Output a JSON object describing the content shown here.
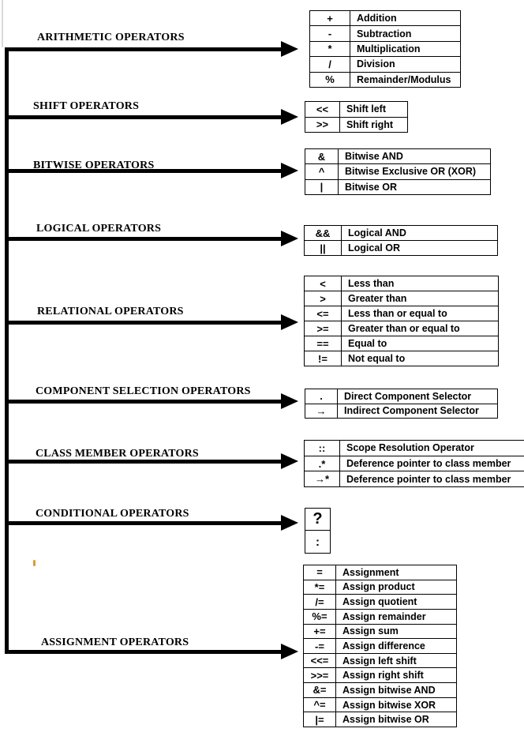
{
  "stray_mark_color": "#dd9a33",
  "groups": [
    {
      "label": "ARITHMETIC OPERATORS",
      "rows": [
        [
          "+",
          "Addition"
        ],
        [
          "-",
          "Subtraction"
        ],
        [
          "*",
          "Multiplication"
        ],
        [
          "/",
          "Division"
        ],
        [
          "%",
          "Remainder/Modulus"
        ]
      ]
    },
    {
      "label": "SHIFT OPERATORS",
      "rows": [
        [
          "<<",
          "Shift left"
        ],
        [
          ">>",
          "Shift right"
        ]
      ]
    },
    {
      "label": "BITWISE OPERATORS",
      "rows": [
        [
          "&",
          "Bitwise AND"
        ],
        [
          "^",
          "Bitwise Exclusive OR (XOR)"
        ],
        [
          "|",
          "Bitwise OR"
        ]
      ]
    },
    {
      "label": "LOGICAL OPERATORS",
      "rows": [
        [
          "&&",
          "Logical AND"
        ],
        [
          "||",
          "Logical OR"
        ]
      ]
    },
    {
      "label": "RELATIONAL OPERATORS",
      "rows": [
        [
          "<",
          "Less than"
        ],
        [
          ">",
          "Greater than"
        ],
        [
          "<=",
          "Less than or equal to"
        ],
        [
          ">=",
          "Greater than or equal to"
        ],
        [
          "==",
          "Equal to"
        ],
        [
          "!=",
          "Not equal to"
        ]
      ]
    },
    {
      "label": "COMPONENT SELECTION OPERATORS",
      "rows": [
        [
          ".",
          "Direct Component Selector"
        ],
        [
          "→",
          "Indirect Component Selector"
        ]
      ]
    },
    {
      "label": "CLASS MEMBER OPERATORS",
      "rows": [
        [
          "::",
          "Scope Resolution Operator"
        ],
        [
          ".*",
          "Deference pointer to class member"
        ],
        [
          "→*",
          "Deference pointer to class member"
        ]
      ]
    },
    {
      "label": "CONDITIONAL OPERATORS",
      "rows": [
        [
          "?"
        ],
        [
          ":"
        ]
      ]
    },
    {
      "label": "ASSIGNMENT OPERATORS",
      "rows": [
        [
          "=",
          "Assignment"
        ],
        [
          "*=",
          "Assign product"
        ],
        [
          "/=",
          "Assign quotient"
        ],
        [
          "%=",
          "Assign remainder"
        ],
        [
          "+=",
          "Assign sum"
        ],
        [
          "-=",
          "Assign difference"
        ],
        [
          "<<=",
          "Assign left shift"
        ],
        [
          ">>=",
          "Assign right shift"
        ],
        [
          "&=",
          "Assign bitwise AND"
        ],
        [
          "^=",
          "Assign bitwise XOR"
        ],
        [
          "|=",
          "Assign bitwise OR"
        ]
      ]
    }
  ]
}
